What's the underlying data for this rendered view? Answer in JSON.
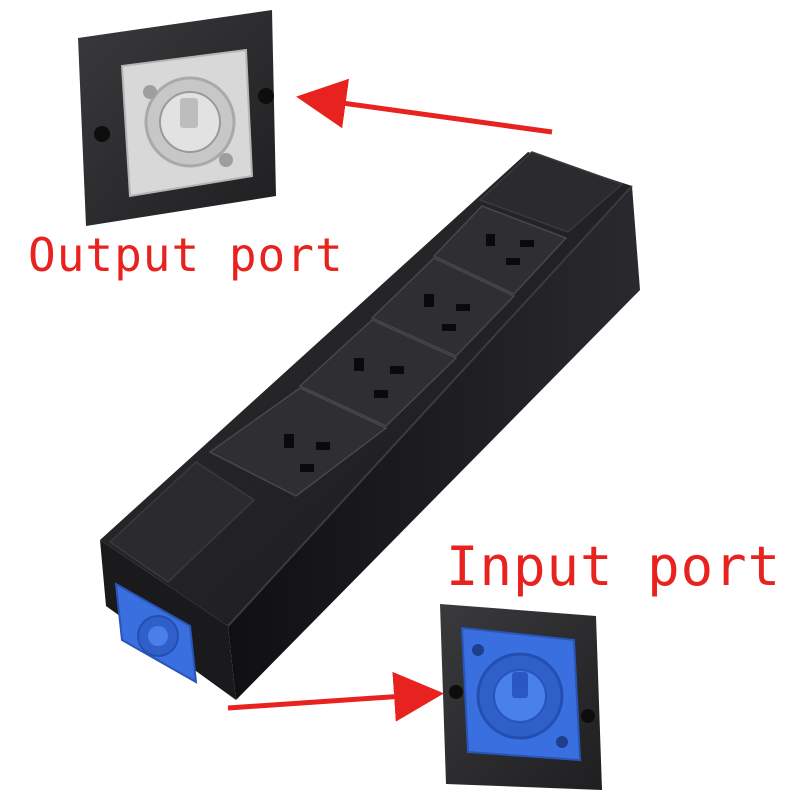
{
  "labels": {
    "output_port": "Output port",
    "input_port": "Input port"
  },
  "colors": {
    "label_red": "#e8231f",
    "arrow_red": "#e8231f",
    "body_black": "#1d1d1f",
    "output_connector": "#d9d9d9",
    "input_connector": "#3a6fe0",
    "panel_plate": "#2a2a2c"
  },
  "product": {
    "outlet_count": 4,
    "outlet_type": "NEMA 5-15 style 3-prong",
    "input_connector_color": "blue",
    "output_connector_color": "white"
  }
}
